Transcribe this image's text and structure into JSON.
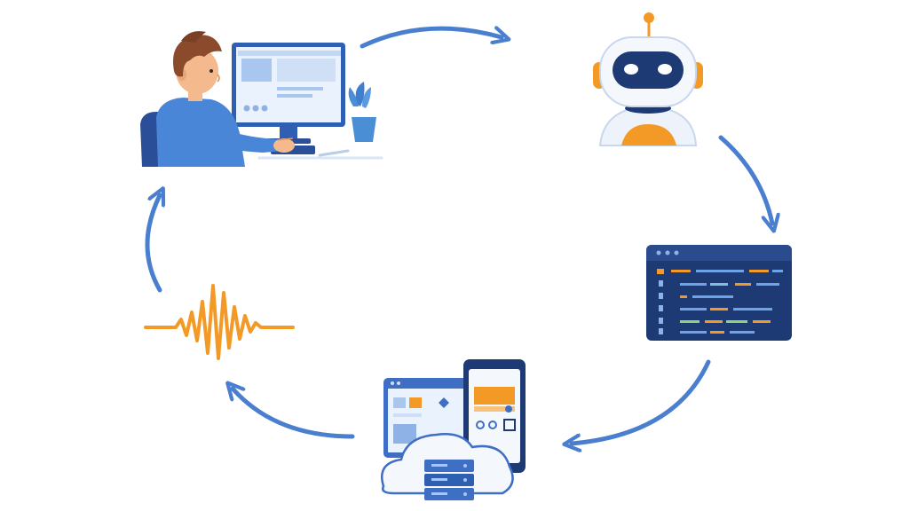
{
  "diagram": {
    "type": "cycle",
    "direction": "clockwise",
    "nodes": [
      {
        "id": "developer",
        "icon": "developer-at-computer-icon"
      },
      {
        "id": "ai-assistant",
        "icon": "robot-icon"
      },
      {
        "id": "code",
        "icon": "code-editor-icon"
      },
      {
        "id": "deploy",
        "icon": "apps-cloud-servers-icon"
      },
      {
        "id": "signal",
        "icon": "waveform-icon"
      }
    ],
    "edges": [
      {
        "from": "developer",
        "to": "ai-assistant"
      },
      {
        "from": "ai-assistant",
        "to": "code"
      },
      {
        "from": "code",
        "to": "deploy"
      },
      {
        "from": "deploy",
        "to": "signal"
      },
      {
        "from": "signal",
        "to": "developer"
      }
    ]
  },
  "colors": {
    "arrow": "#4a7fcf",
    "primary_blue": "#3f6fc4",
    "light_blue": "#a9c6ee",
    "navy": "#1e3a75",
    "orange": "#f39a26",
    "skin": "#f4b98c",
    "hair": "#8b4a2b"
  }
}
